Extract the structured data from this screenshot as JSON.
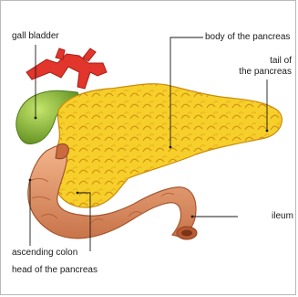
{
  "labels": {
    "gall_bladder": "gall bladder",
    "body_of_pancreas": "body of the pancreas",
    "tail_of_pancreas_line1": "tail of",
    "tail_of_pancreas_line2": "the pancreas",
    "ileum": "ileum",
    "ascending_colon": "ascending colon",
    "head_of_pancreas": "head of the pancreas"
  },
  "colors": {
    "pancreas": "#f6cf2a",
    "pancreas_dark": "#d59a13",
    "gall_bladder": "#8fc43a",
    "gall_bladder_dark": "#5f8f20",
    "vessels": "#e2352b",
    "intestine": "#e79a6e",
    "intestine_dark": "#b8643c",
    "leader_lines": "#1a1a1a"
  }
}
